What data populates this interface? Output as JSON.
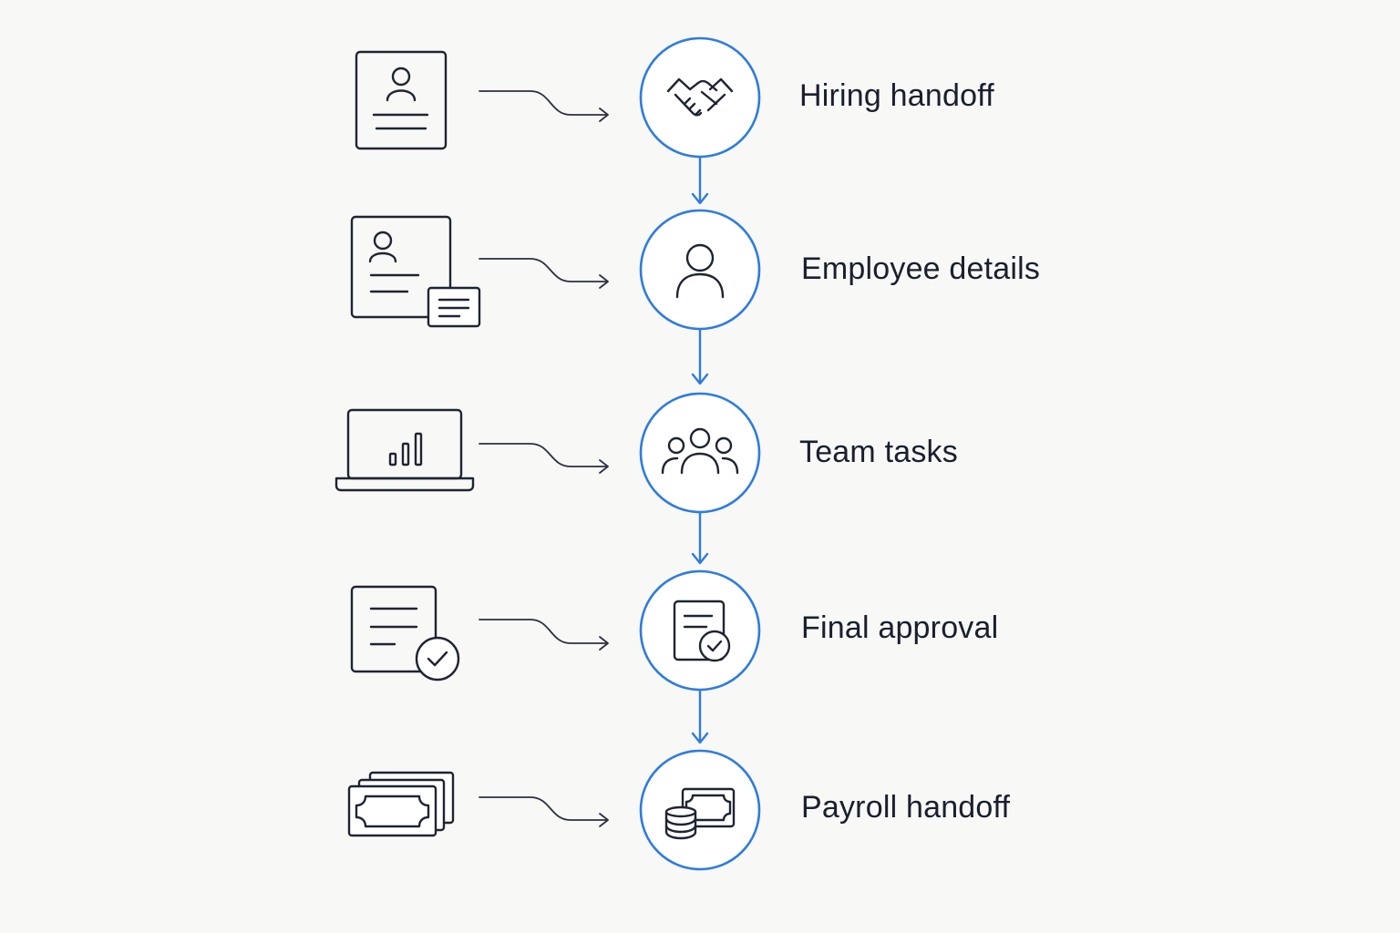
{
  "steps": [
    {
      "label": "Hiring handoff",
      "source_icon": "resume-profile-icon",
      "node_icon": "handshake-icon"
    },
    {
      "label": "Employee details",
      "source_icon": "profile-card-with-id-icon",
      "node_icon": "person-icon"
    },
    {
      "label": "Team tasks",
      "source_icon": "laptop-bar-chart-icon",
      "node_icon": "team-group-icon"
    },
    {
      "label": "Final approval",
      "source_icon": "document-check-icon",
      "node_icon": "document-approved-icon"
    },
    {
      "label": "Payroll handoff",
      "source_icon": "banknote-stack-icon",
      "node_icon": "cash-coins-icon"
    }
  ],
  "colors": {
    "background": "#f8f8f6",
    "accent": "#2f7be0",
    "ink": "#1f2433",
    "text": "#1a1f2e"
  }
}
